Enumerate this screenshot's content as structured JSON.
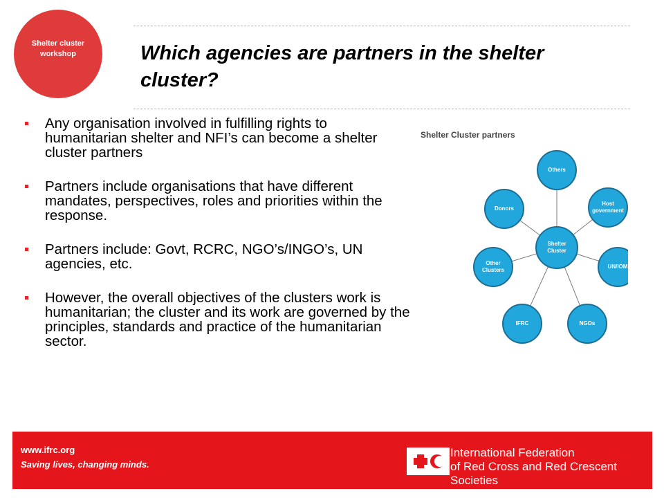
{
  "badge": {
    "text": "Shelter cluster workshop"
  },
  "slide": {
    "title": "Which agencies are partners in the shelter cluster?",
    "bullets": [
      "Any organisation involved in fulfilling rights to humanitarian shelter and NFI’s can become a shelter cluster partners",
      "Partners include organisations that have different mandates, perspectives, roles and priorities within the response.",
      "Partners include: Govt, RCRC, NGO’s/INGO’s, UN agencies, etc.",
      "However, the overall objectives of the clusters work is humanitarian; the cluster and its work are governed by the principles, standards and practice of the humanitarian sector."
    ]
  },
  "diagram": {
    "title": "Shelter Cluster partners",
    "center": [
      "Shelter",
      "Cluster"
    ],
    "nodes": [
      {
        "label": [
          "Others"
        ]
      },
      {
        "label": [
          "Host",
          "government"
        ]
      },
      {
        "label": [
          "UN/IOM"
        ]
      },
      {
        "label": [
          "NGOs"
        ]
      },
      {
        "label": [
          "IFRC"
        ]
      },
      {
        "label": [
          "Other",
          "Clusters"
        ]
      },
      {
        "label": [
          "Donors"
        ]
      }
    ],
    "colors": {
      "node_fill": "#22a7dc",
      "node_stroke": "#1b6f95",
      "connector": "#777777"
    }
  },
  "footer": {
    "url": "www.ifrc.org",
    "slogan": "Saving lives, changing minds.",
    "org_line1": "International Federation",
    "org_line2": "of Red Cross and Red Crescent Societies",
    "logo_icon": "red-cross-crescent-icon"
  },
  "colors": {
    "brand_red": "#e4161c",
    "badge_red": "#e03b3b",
    "bullet_red": "#e4262c"
  }
}
